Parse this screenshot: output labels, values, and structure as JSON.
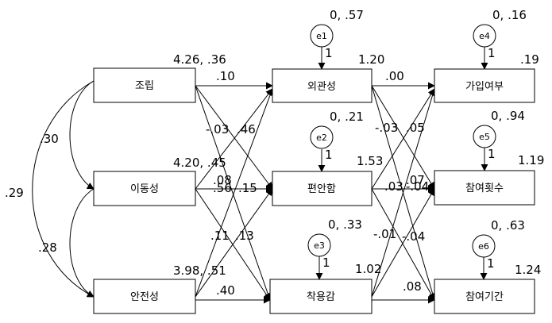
{
  "nodes": {
    "조립": "조립",
    "이동성": "이동성",
    "안전성": "안전성",
    "외관성": "외관성",
    "편안함": "편안함",
    "착용감": "착용감",
    "가입여부": "가입여부",
    "참여횟수": "참여횟수",
    "참여기간": "참여기간"
  },
  "errors": {
    "e1": "e1",
    "e2": "e2",
    "e3": "e3",
    "e4": "e4",
    "e5": "e5",
    "e6": "e6"
  },
  "node_stats": {
    "조립": "4.26, .36",
    "이동성": "4.20, .45",
    "안전성": "3.98, .51",
    "외관성": "1.20",
    "편안함": "1.53",
    "착용감": "1.02",
    "가입여부": ".19",
    "참여횟수": "1.19",
    "참여기간": "1.24"
  },
  "error_stats": {
    "e1": "0, .57",
    "e2": "0, .21",
    "e3": "0, .33",
    "e4": "0, .16",
    "e5": "0, .94",
    "e6": "0, .63"
  },
  "error_weight": "1",
  "covariances": {
    "조립_이동성": ".30",
    "이동성_안전성": ".28",
    "조립_안전성": ".29"
  },
  "paths": {
    "조립_외관성": ".10",
    "조립_편안함": "-.03",
    "조립_착용감": ".08",
    "이동성_외관성": ".46",
    "이동성_편안함": ".15",
    "이동성_착용감": ".56",
    "안전성_외관성": ".11",
    "안전성_편안함": ".13",
    "안전성_착용감": ".40",
    "외관성_가입여부": ".00",
    "외관성_참여횟수": "-.03",
    "외관성_참여기간": ".05",
    "편안함_가입여부": ".07",
    "편안함_참여횟수": ".03",
    "편안함_참여기간": "-.04",
    "착용감_가입여부": "-.01",
    "착용감_참여횟수": "-.04",
    "착용감_참여기간": ".08"
  }
}
